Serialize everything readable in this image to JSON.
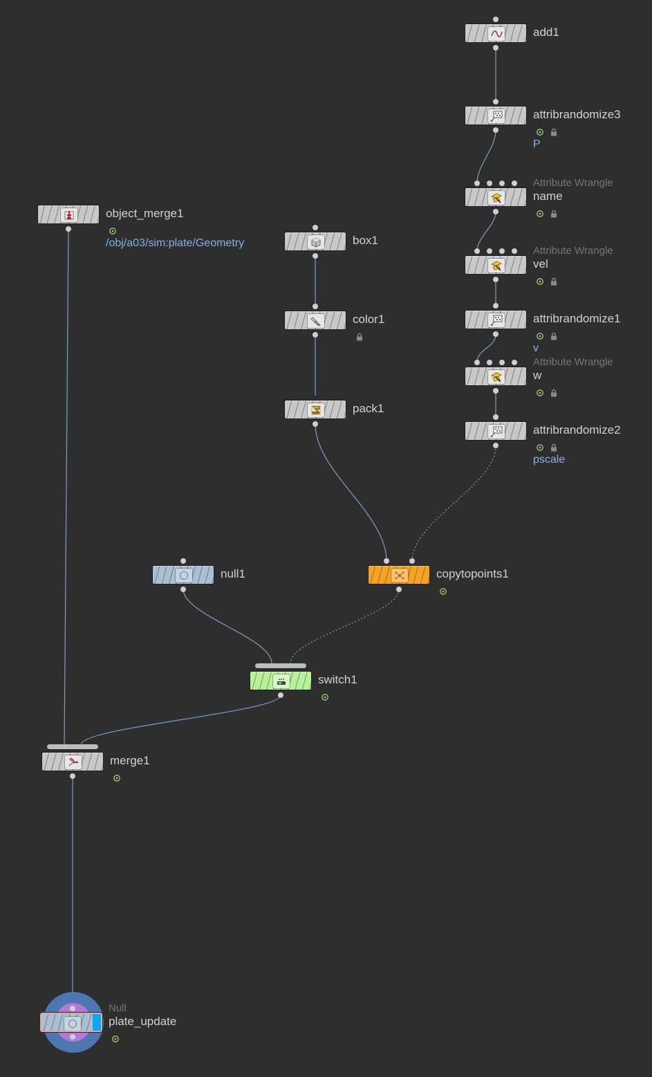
{
  "network": {
    "nodes": [
      {
        "id": "add1",
        "label": "add1",
        "type_label": "",
        "param": "",
        "icon": "add-curve-icon",
        "color": "#c8c8c8",
        "flags": []
      },
      {
        "id": "attribrandomize3",
        "label": "attribrandomize3",
        "type_label": "",
        "param": "P",
        "icon": "attribrandomize-icon",
        "color": "#c8c8c8",
        "flags": [
          "template",
          "lock"
        ]
      },
      {
        "id": "name",
        "label": "name",
        "type_label": "Attribute Wrangle",
        "param": "",
        "icon": "wrangle-icon",
        "color": "#c8c8c8",
        "flags": [
          "template",
          "lock"
        ]
      },
      {
        "id": "vel",
        "label": "vel",
        "type_label": "Attribute Wrangle",
        "param": "",
        "icon": "wrangle-icon",
        "color": "#c8c8c8",
        "flags": [
          "template",
          "lock"
        ]
      },
      {
        "id": "attribrandomize1",
        "label": "attribrandomize1",
        "type_label": "",
        "param": "v",
        "icon": "attribrandomize-icon",
        "color": "#c8c8c8",
        "flags": [
          "template",
          "lock"
        ]
      },
      {
        "id": "w",
        "label": "w",
        "type_label": "Attribute Wrangle",
        "param": "",
        "icon": "wrangle-icon",
        "color": "#c8c8c8",
        "flags": [
          "template",
          "lock"
        ]
      },
      {
        "id": "attribrandomize2",
        "label": "attribrandomize2",
        "type_label": "",
        "param": "pscale",
        "icon": "attribrandomize-icon",
        "color": "#c8c8c8",
        "flags": [
          "template",
          "lock"
        ]
      },
      {
        "id": "object_merge1",
        "label": "object_merge1",
        "type_label": "",
        "param": "/obj/a03/sim:plate/Geometry",
        "icon": "object-merge-icon",
        "color": "#c8c8c8",
        "flags": [
          "template"
        ]
      },
      {
        "id": "box1",
        "label": "box1",
        "type_label": "",
        "param": "",
        "icon": "box-icon",
        "color": "#c8c8c8",
        "flags": []
      },
      {
        "id": "color1",
        "label": "color1",
        "type_label": "",
        "param": "",
        "icon": "color-icon",
        "color": "#c8c8c8",
        "flags": [
          "lock"
        ]
      },
      {
        "id": "pack1",
        "label": "pack1",
        "type_label": "",
        "param": "",
        "icon": "pack-icon",
        "color": "#c8c8c8",
        "flags": []
      },
      {
        "id": "null1",
        "label": "null1",
        "type_label": "",
        "param": "",
        "icon": "null-icon",
        "color": "#a9bfd3",
        "flags": []
      },
      {
        "id": "copytopoints1",
        "label": "copytopoints1",
        "type_label": "",
        "param": "",
        "icon": "copytopoints-icon",
        "color": "#f6a321",
        "flags": [
          "template"
        ]
      },
      {
        "id": "switch1",
        "label": "switch1",
        "type_label": "",
        "param": "",
        "icon": "switch-icon",
        "color": "#b7f29a",
        "flags": [
          "template"
        ]
      },
      {
        "id": "merge1",
        "label": "merge1",
        "type_label": "",
        "param": "",
        "icon": "merge-icon",
        "color": "#c8c8c8",
        "flags": [
          "template"
        ]
      },
      {
        "id": "plate_update",
        "label": "plate_update",
        "type_label": "Null",
        "param": "",
        "icon": "null-icon",
        "color": "#a9bfd3",
        "flags": [
          "template"
        ],
        "display": true,
        "selected": true
      }
    ],
    "connections": [
      {
        "from": "add1",
        "to": "attribrandomize3",
        "style": "solid"
      },
      {
        "from": "attribrandomize3",
        "to": "name",
        "style": "solid"
      },
      {
        "from": "name",
        "to": "vel",
        "style": "solid"
      },
      {
        "from": "vel",
        "to": "attribrandomize1",
        "style": "solid"
      },
      {
        "from": "attribrandomize1",
        "to": "w",
        "style": "solid"
      },
      {
        "from": "w",
        "to": "attribrandomize2",
        "style": "solid"
      },
      {
        "from": "box1",
        "to": "color1",
        "style": "solid"
      },
      {
        "from": "color1",
        "to": "pack1",
        "style": "solid"
      },
      {
        "from": "pack1",
        "to": "copytopoints1",
        "style": "solid"
      },
      {
        "from": "attribrandomize2",
        "to": "copytopoints1",
        "style": "dotted"
      },
      {
        "from": "null1",
        "to": "switch1",
        "style": "solid"
      },
      {
        "from": "copytopoints1",
        "to": "switch1",
        "style": "dotted"
      },
      {
        "from": "object_merge1",
        "to": "merge1",
        "style": "solid"
      },
      {
        "from": "switch1",
        "to": "merge1",
        "style": "solid"
      },
      {
        "from": "merge1",
        "to": "plate_update",
        "style": "solid"
      }
    ],
    "colors": {
      "background": "#2e2e2e",
      "wire": "#7d9ec4",
      "label": "#d2d2d2",
      "type_label": "#767676",
      "param": "#86b1e0",
      "flag_green": "#9fd47a",
      "display_flag": "#13a6f0"
    }
  }
}
